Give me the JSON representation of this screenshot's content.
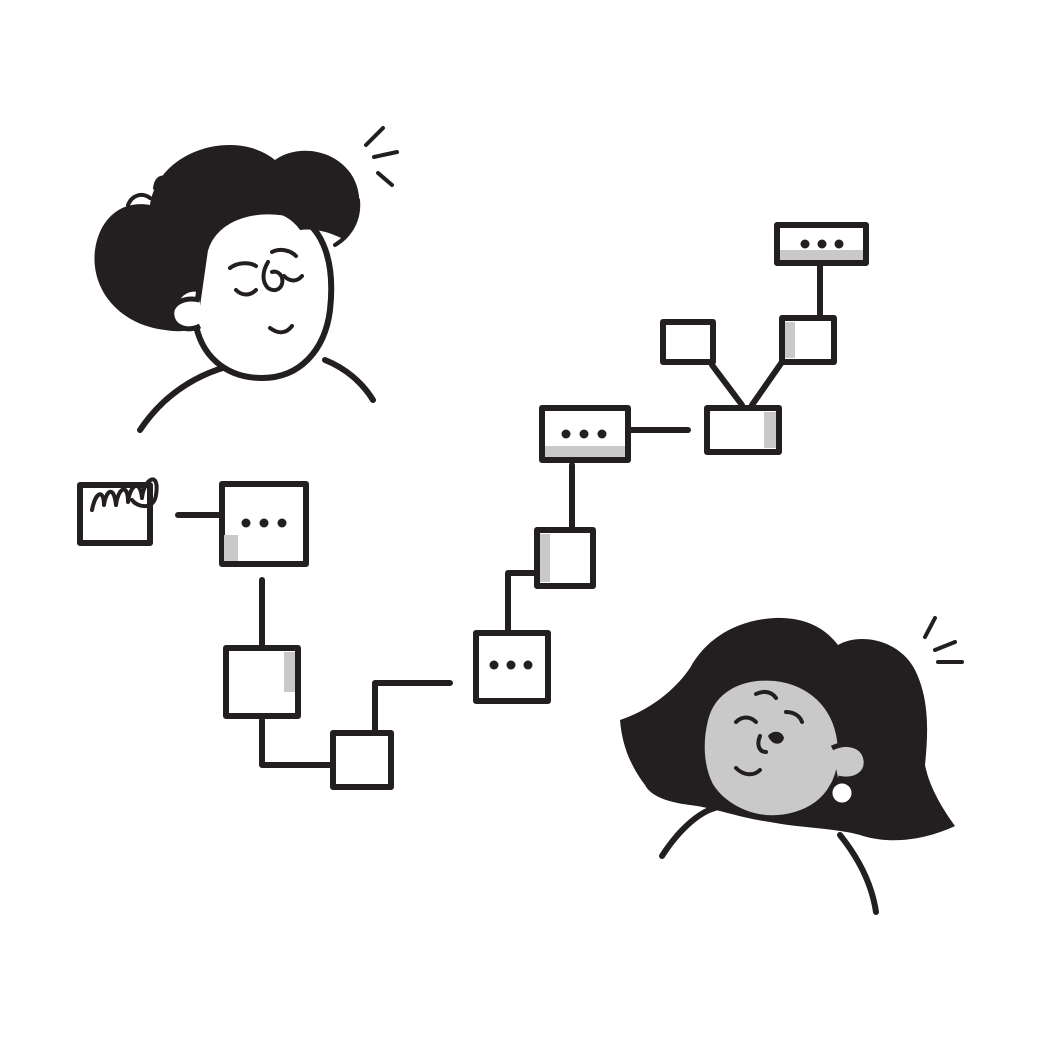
{
  "scene": {
    "background": "#ffffff",
    "ink_color": "#231f20",
    "shade_color": "#c9c9c9",
    "characters": [
      {
        "name": "woman-curly-hair",
        "expression": "content-eyes-closed",
        "skin": "white"
      },
      {
        "name": "woman-bob-hair",
        "expression": "winking",
        "skin": "grey",
        "accessory": "earring"
      }
    ],
    "nodes": [
      {
        "name": "scribble-box",
        "type": "scribble"
      },
      {
        "name": "ellipsis-box-1",
        "type": "ellipsis"
      },
      {
        "name": "box-2",
        "type": "empty"
      },
      {
        "name": "box-3",
        "type": "empty"
      },
      {
        "name": "ellipsis-box-4",
        "type": "ellipsis"
      },
      {
        "name": "box-5",
        "type": "empty"
      },
      {
        "name": "ellipsis-box-6",
        "type": "ellipsis"
      },
      {
        "name": "box-7",
        "type": "empty"
      },
      {
        "name": "box-8",
        "type": "empty"
      },
      {
        "name": "box-9",
        "type": "empty"
      },
      {
        "name": "ellipsis-box-10",
        "type": "ellipsis"
      }
    ]
  }
}
